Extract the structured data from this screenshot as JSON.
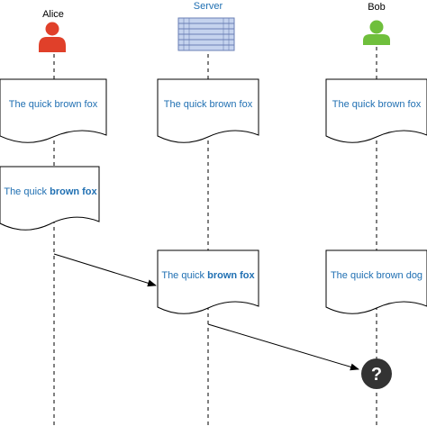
{
  "colors": {
    "alice": "#e0402a",
    "bob": "#6fbf3c",
    "server_outline": "#6a7fb5",
    "server_fill": "#c5d3ee",
    "text_blue": "#1f6fb2",
    "line": "#000000",
    "unknown_badge": "#333333"
  },
  "icons": {
    "alice": "user-icon",
    "server": "server-stack-icon",
    "bob": "user-icon",
    "unknown": "question-mark-icon"
  },
  "actors": {
    "alice": "Alice",
    "server": "Server",
    "bob": "Bob"
  },
  "docs": {
    "alice_1": {
      "plain": "The quick brown fox",
      "bold": ""
    },
    "server_1": {
      "plain": "The quick brown fox",
      "bold": ""
    },
    "bob_1": {
      "plain": "The quick brown fox",
      "bold": ""
    },
    "alice_2": {
      "plain": "The quick ",
      "bold": "brown fox"
    },
    "server_2": {
      "plain": "The quick ",
      "bold": "brown fox"
    },
    "bob_2": {
      "plain": "The quick brown dog",
      "bold": ""
    }
  },
  "unknown_symbol": "?"
}
